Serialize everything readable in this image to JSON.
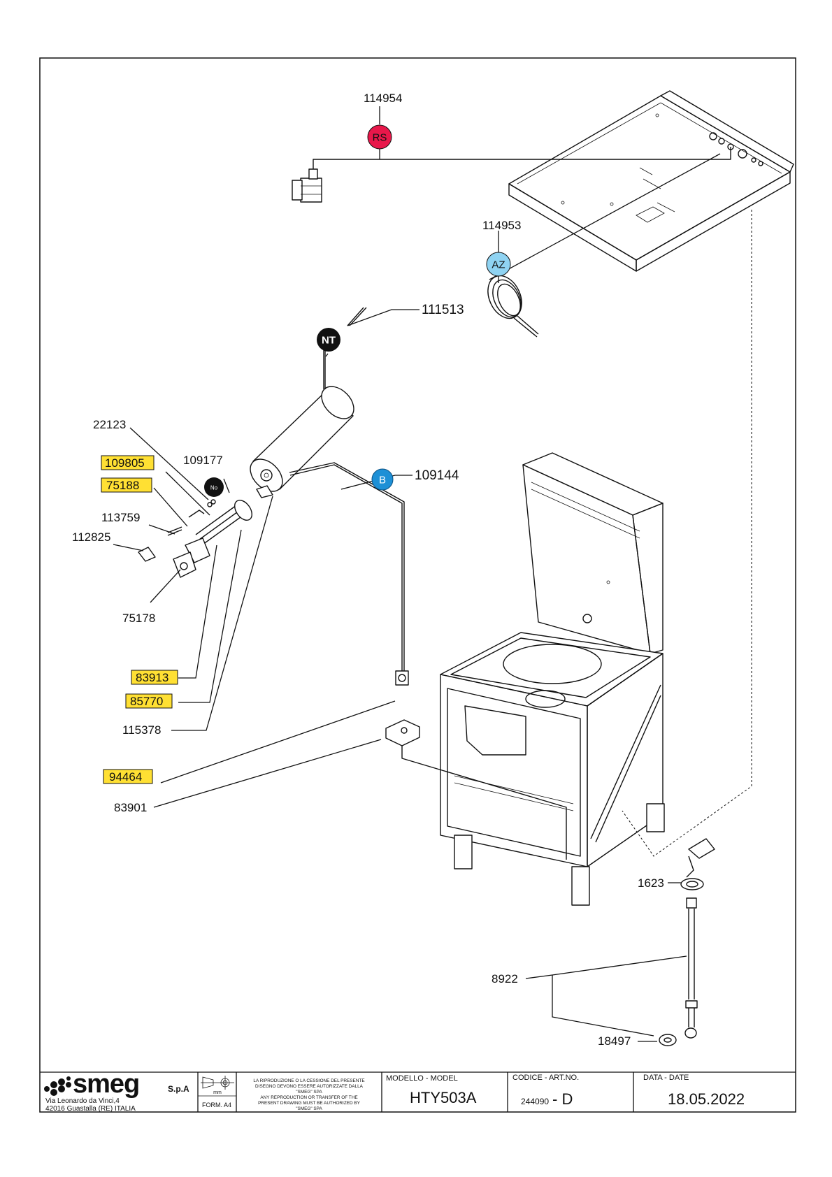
{
  "parts": [
    {
      "code": "114954",
      "highlighted": false
    },
    {
      "code": "114953",
      "highlighted": false
    },
    {
      "code": "111513",
      "highlighted": false
    },
    {
      "code": "109144",
      "highlighted": false
    },
    {
      "code": "22123",
      "highlighted": false
    },
    {
      "code": "109805",
      "highlighted": true
    },
    {
      "code": "109177",
      "highlighted": false
    },
    {
      "code": "75188",
      "highlighted": true
    },
    {
      "code": "113759",
      "highlighted": false
    },
    {
      "code": "112825",
      "highlighted": false
    },
    {
      "code": "75178",
      "highlighted": false
    },
    {
      "code": "83913",
      "highlighted": true
    },
    {
      "code": "85770",
      "highlighted": true
    },
    {
      "code": "115378",
      "highlighted": false
    },
    {
      "code": "94464",
      "highlighted": true
    },
    {
      "code": "83901",
      "highlighted": false
    },
    {
      "code": "1623",
      "highlighted": false
    },
    {
      "code": "8922",
      "highlighted": false
    },
    {
      "code": "18497",
      "highlighted": false
    }
  ],
  "badges": [
    {
      "text": "RS",
      "color": "#e8174a"
    },
    {
      "text": "AZ",
      "color": "#8fd3f2"
    },
    {
      "text": "NT",
      "color": "#111111"
    },
    {
      "text": "B",
      "color": "#1e90d6"
    },
    {
      "text": "No",
      "color": "#111111"
    }
  ],
  "colors": {
    "highlight": "#ffe033",
    "frame": "#111111"
  },
  "title_block": {
    "brand": "smeg",
    "brand_suffix": "S.p.A",
    "address_line1": "Via Leonardo da Vinci,4",
    "address_line2": "42016  Guastalla (RE) ITALIA",
    "projection_unit": "mm",
    "format": "FORM. A4",
    "notice_lines": [
      "LA RIPRODUZIONE O LA CESSIONE DEL PRESENTE",
      "DISEGNO DEVONO ESSERE AUTORIZZATE DALLA",
      "\"SMEG\" SPA",
      "ANY REPRODUCTION OR TRANSFER OF THE",
      "PRESENT DRAWING MUST BE AUTHORIZED BY",
      "\"SMEG\" SPA"
    ],
    "model_label": "MODELLO - MODEL",
    "model_value": "HTY503A",
    "code_label": "CODICE - ART.NO.",
    "code_value": "244090",
    "code_revision": "- D",
    "date_label": "DATA - DATE",
    "date_value": "18.05.2022"
  }
}
